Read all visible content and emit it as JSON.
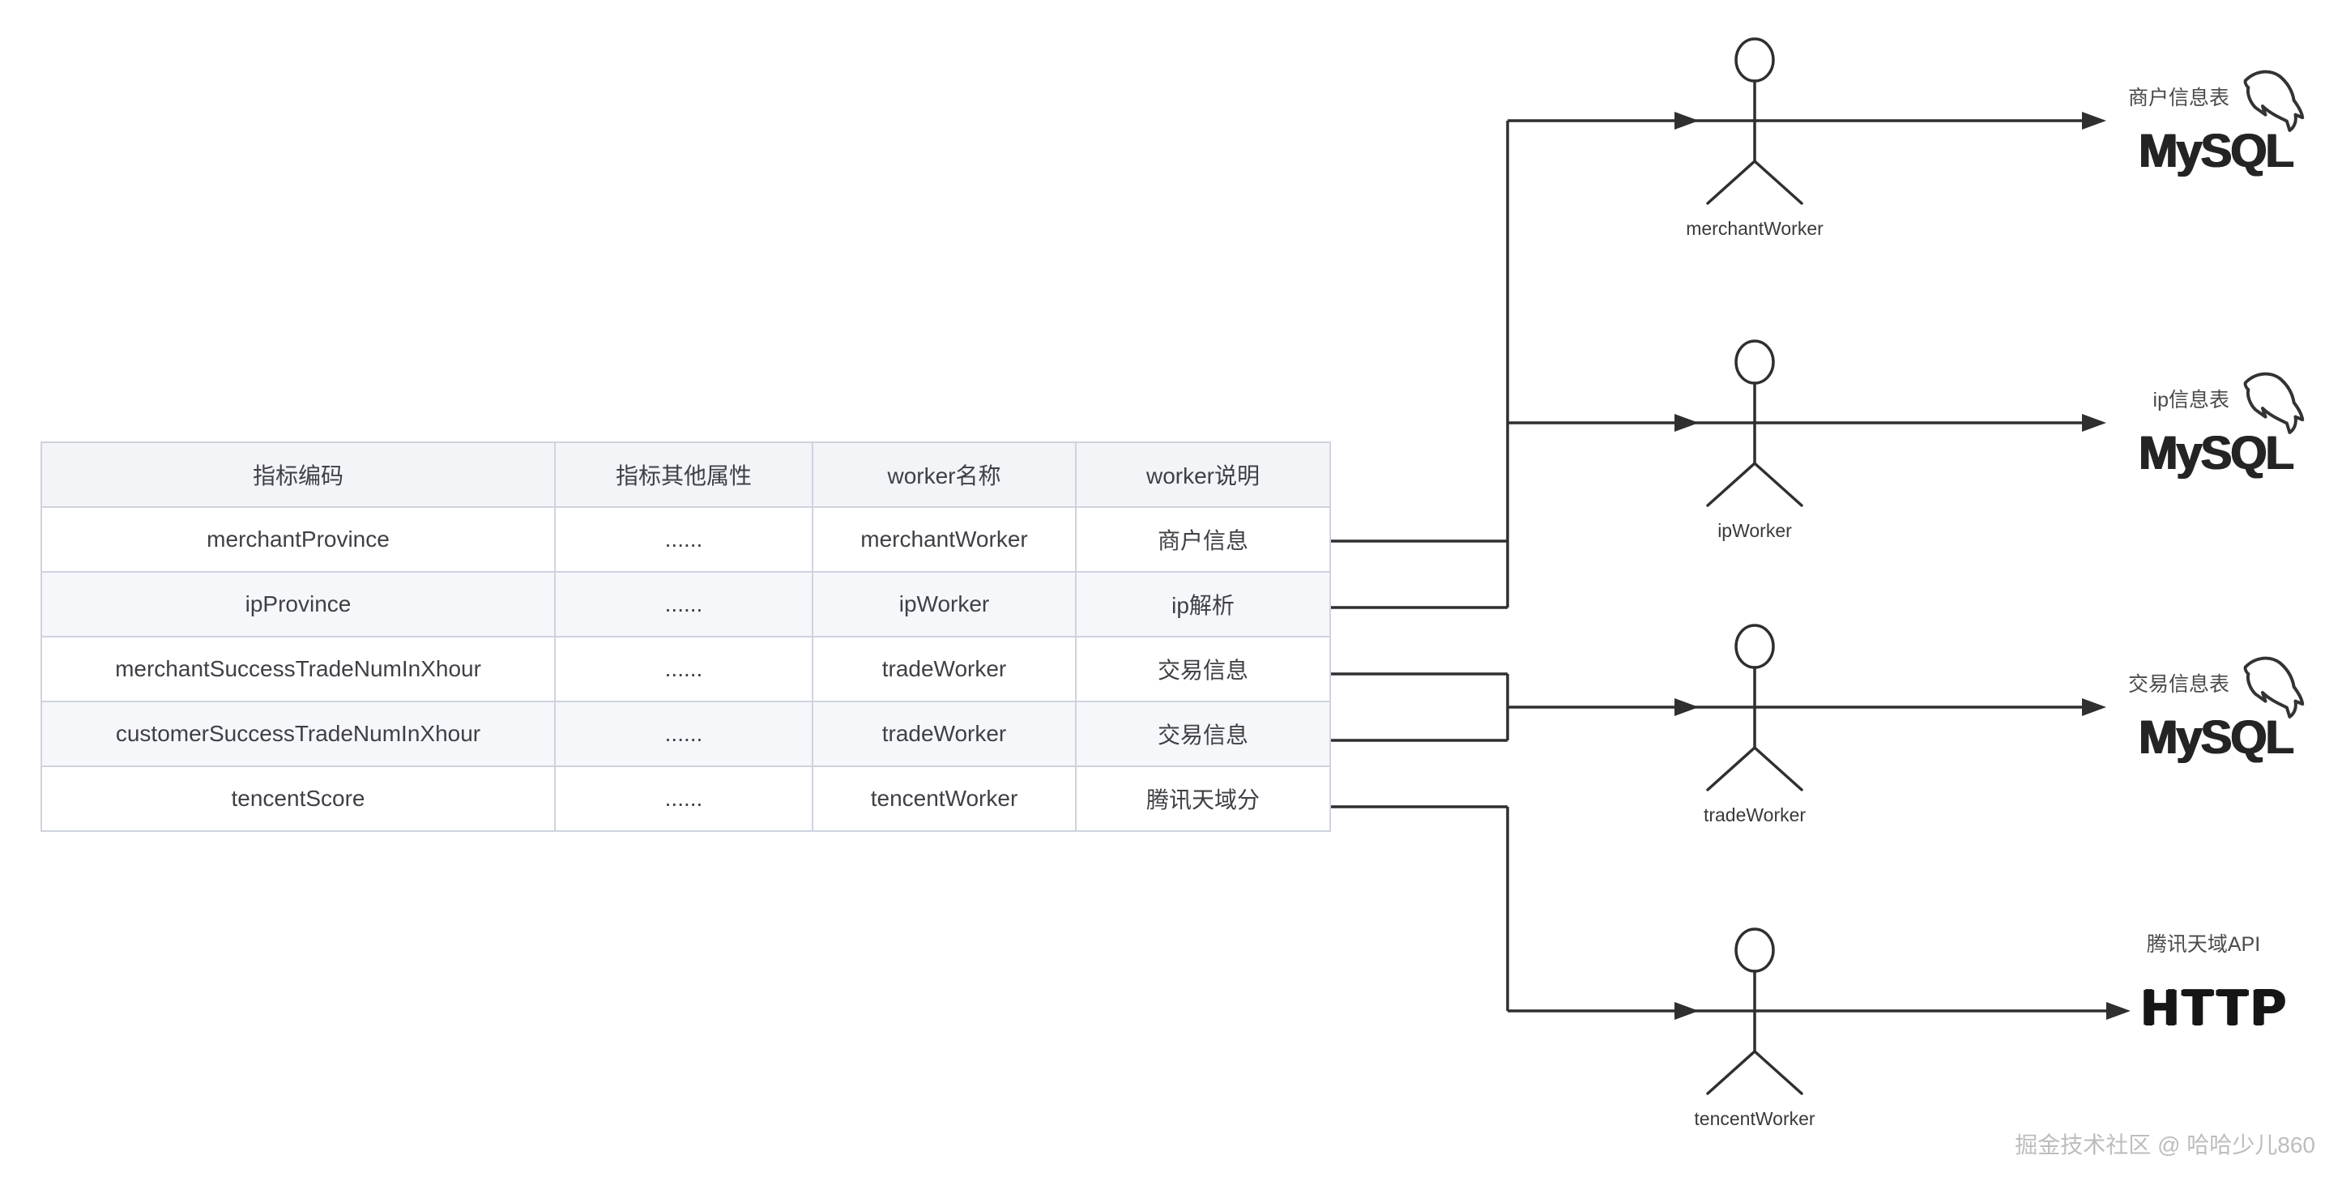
{
  "diagram": {
    "table": {
      "headers": [
        "指标编码",
        "指标其他属性",
        "worker名称",
        "worker说明"
      ],
      "rows": [
        [
          "merchantProvince",
          "......",
          "merchantWorker",
          "商户信息"
        ],
        [
          "ipProvince",
          "......",
          "ipWorker",
          "ip解析"
        ],
        [
          "merchantSuccessTradeNumInXhour",
          "......",
          "tradeWorker",
          "交易信息"
        ],
        [
          "customerSuccessTradeNumInXhour",
          "......",
          "tradeWorker",
          "交易信息"
        ],
        [
          "tencentScore",
          "......",
          "tencentWorker",
          "腾讯天域分"
        ]
      ]
    },
    "actors": [
      {
        "label": "merchantWorker"
      },
      {
        "label": "ipWorker"
      },
      {
        "label": "tradeWorker"
      },
      {
        "label": "tencentWorker"
      }
    ],
    "targets": [
      {
        "label": "商户信息表",
        "logo": "MySQL",
        "icon": "mysql-dolphin-icon"
      },
      {
        "label": "ip信息表",
        "logo": "MySQL",
        "icon": "mysql-dolphin-icon"
      },
      {
        "label": "交易信息表",
        "logo": "MySQL",
        "icon": "mysql-dolphin-icon"
      },
      {
        "label": "腾讯天域API",
        "logo": "HTTP",
        "icon": "none"
      }
    ],
    "watermark": "掘金技术社区 @ 哈哈少儿860"
  },
  "colors": {
    "line": "#2f2f2f",
    "table_border": "#ced3de",
    "table_header_bg": "#f3f4f8",
    "table_stripe_bg": "#f6f7fa",
    "text": "#3f3f46",
    "wordmark": "#242424",
    "watermark": "#bdbdbd"
  }
}
